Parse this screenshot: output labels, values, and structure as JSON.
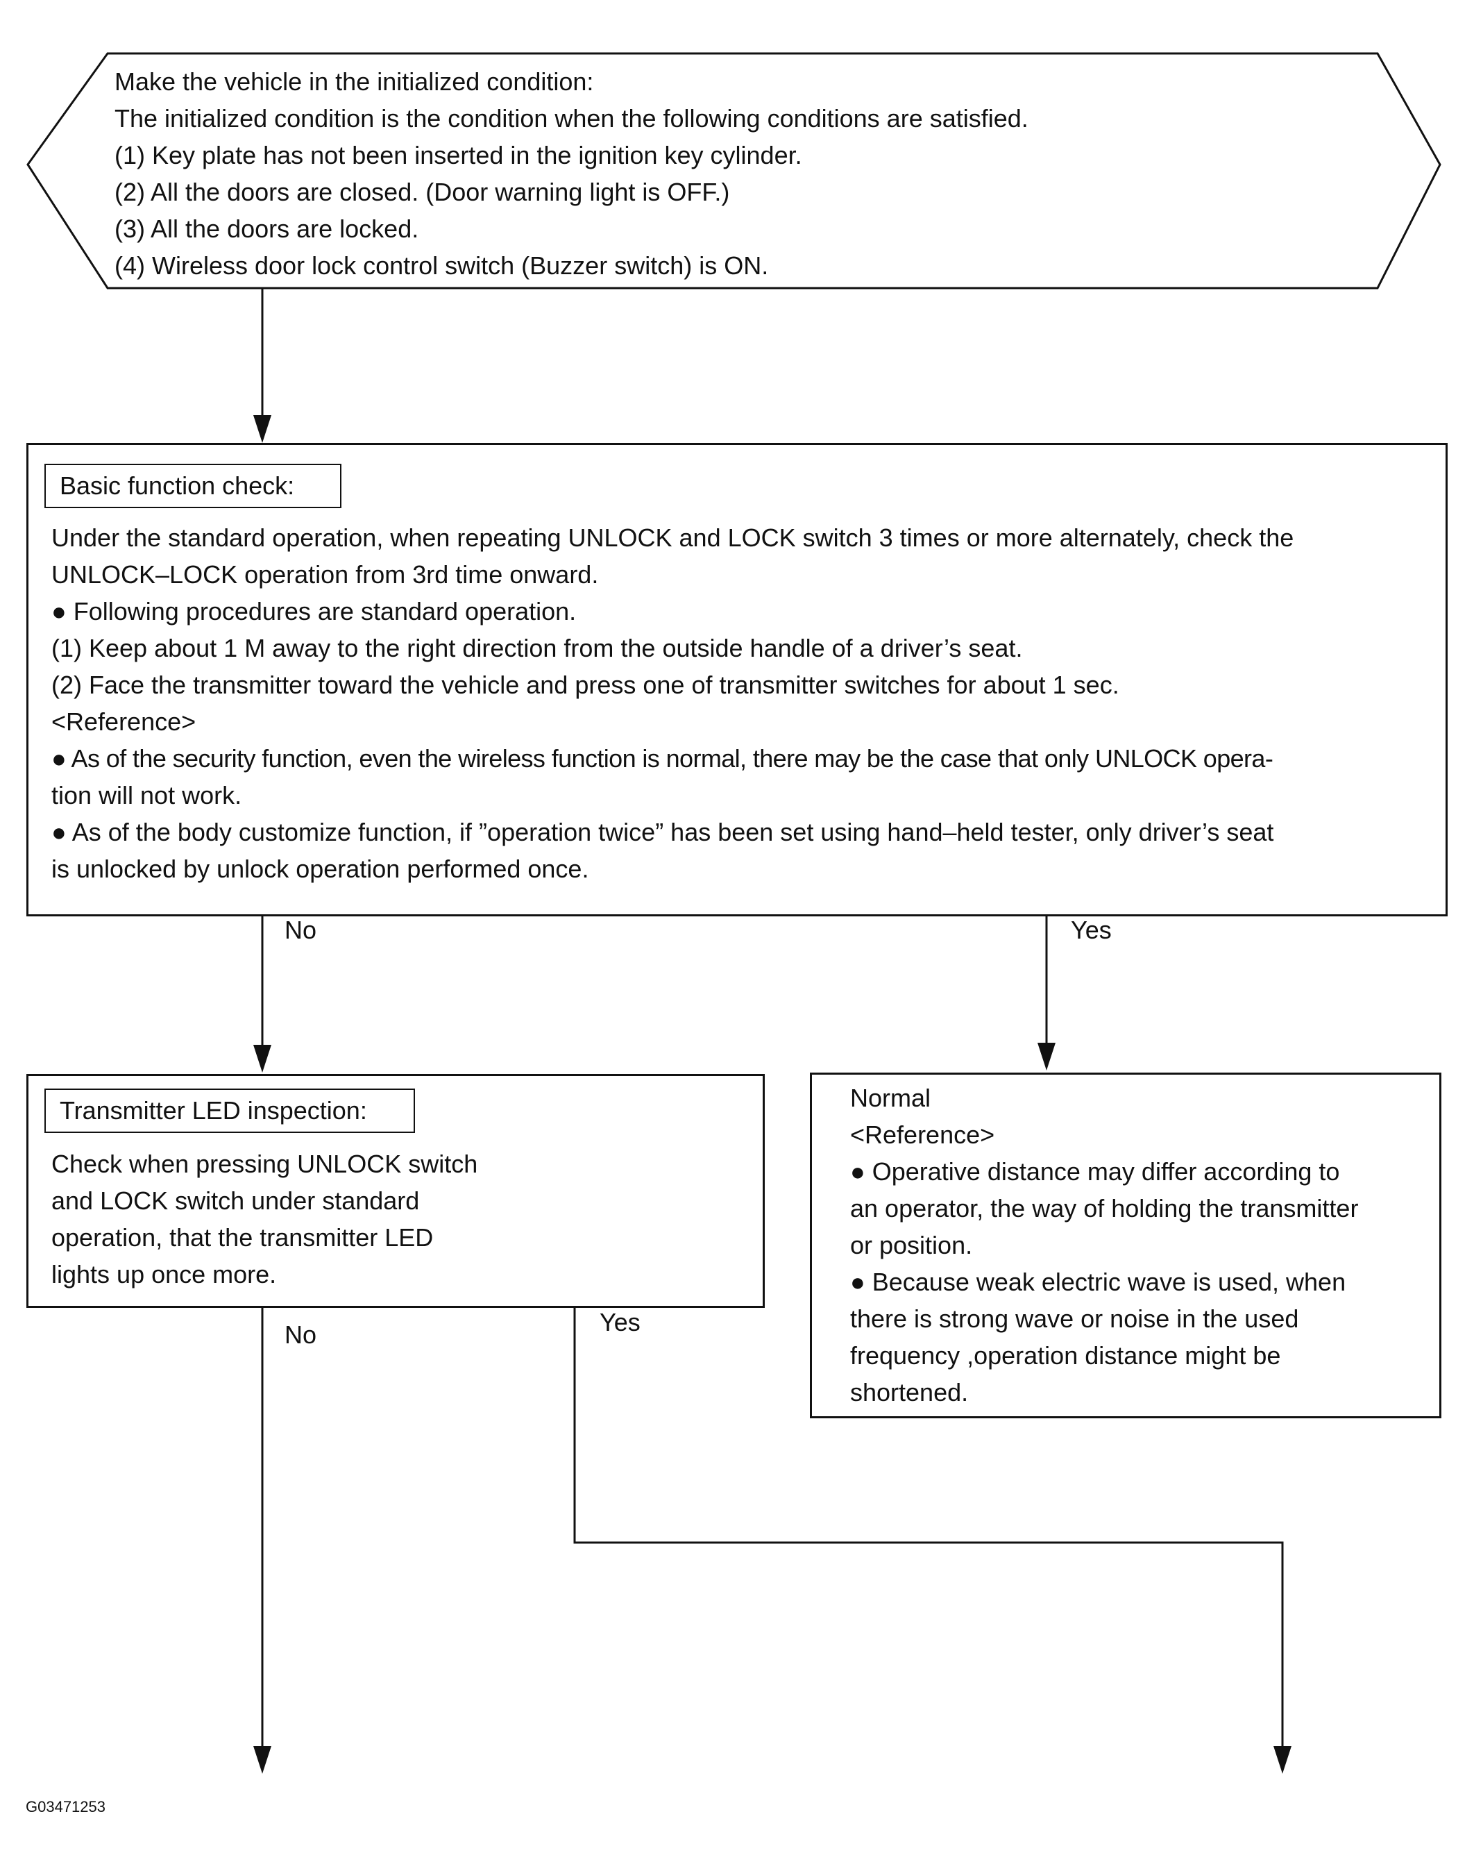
{
  "start_node": {
    "lines": [
      "Make the vehicle in the initialized condition:",
      "The initialized condition is the condition when the following conditions are satisfied.",
      "(1) Key plate has not been inserted in the ignition key cylinder.",
      "(2) All the doors are closed. (Door warning light is OFF.)",
      "(3) All the doors are locked.",
      "(4) Wireless door lock control switch (Buzzer switch) is ON."
    ]
  },
  "basic_check": {
    "title": "Basic function check:",
    "lines": [
      "Under the standard operation, when repeating UNLOCK and LOCK switch 3 times or more alternately, check the",
      "UNLOCK–LOCK operation from 3rd time onward.",
      "● Following procedures are standard operation.",
      "(1) Keep about 1 M away to the right direction from the outside handle of a driver’s seat.",
      "(2) Face the transmitter toward the vehicle and press one of transmitter switches for about 1 sec.",
      "<Reference>",
      "● As of the security function, even the wireless function is normal, there may be the case that only UNLOCK opera-",
      "tion will not work.",
      "● As of the body customize function, if ”operation twice” has been set using hand–held tester, only driver’s seat",
      "is unlocked by unlock operation performed once."
    ]
  },
  "led_check": {
    "title": "Transmitter LED inspection:",
    "lines": [
      "Check when pressing UNLOCK switch",
      "and LOCK switch under standard",
      "operation, that the transmitter LED",
      "lights up once more."
    ]
  },
  "normal_node": {
    "lines": [
      "Normal",
      "<Reference>",
      "● Operative distance may differ according to",
      "an operator, the way of holding the transmitter",
      "or position.",
      "● Because weak electric wave is used, when",
      "there is strong wave or noise in the used",
      "frequency ,operation distance might be",
      "shortened."
    ]
  },
  "edges": {
    "basic_no": "No",
    "basic_yes": "Yes",
    "led_no": "No",
    "led_yes": "Yes"
  },
  "figure_id": "G03471253"
}
